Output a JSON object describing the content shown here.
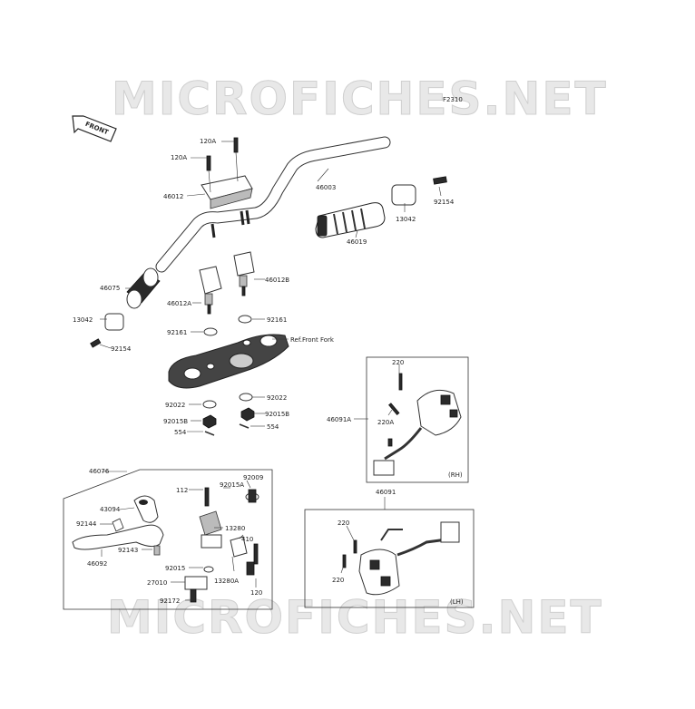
{
  "watermark": "MICROFICHES.NET",
  "diagram_code": "F2310",
  "front_label": "FRONT",
  "labels": {
    "p46003": "46003",
    "p120A_a": "120A",
    "p120A_b": "120A",
    "p46012": "46012",
    "p46075": "46075",
    "p46012A": "46012A",
    "p46012B": "46012B",
    "p13042_l": "13042",
    "p92161_l": "92161",
    "p92161_r": "92161",
    "p92154_l": "92154",
    "ref_front_fork": "Ref.Front Fork",
    "p92022_l": "92022",
    "p92022_r": "92022",
    "p92015B_l": "92015B",
    "p92015B_r": "92015B",
    "p554_l": "554",
    "p554_r": "554",
    "p46019": "46019",
    "p13042_r": "13042",
    "p92154_r": "92154",
    "p46076": "46076",
    "p112": "112",
    "p92009": "92009",
    "p92015A": "92015A",
    "p43094": "43094",
    "p92144": "92144",
    "p13280": "13280",
    "p410": "410",
    "p92143": "92143",
    "p46092": "46092",
    "p92015": "92015",
    "p13280A": "13280A",
    "p27010": "27010",
    "p120": "120",
    "p92172": "92172",
    "p220_rh_top": "220",
    "p46091A": "46091A",
    "p220A": "220A",
    "rh": "(RH)",
    "p46091": "46091",
    "p220_lh_top": "220",
    "p220_lh_bot": "220",
    "lh": "(LH)"
  }
}
